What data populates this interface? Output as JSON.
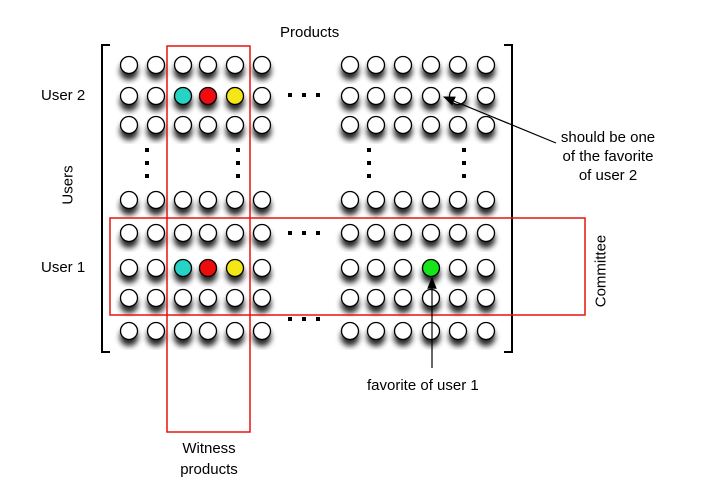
{
  "labels": {
    "products": "Products",
    "users": "Users",
    "user2": "User 2",
    "user1": "User 1",
    "committee": "Committee",
    "witness_line1": "Witness",
    "witness_line2": "products",
    "annotation_favorite_line1": "should be one",
    "annotation_favorite_line2": "of the favorite",
    "annotation_favorite_line3": "of user 2",
    "annotation_user1": "favorite of user 1"
  },
  "colors": {
    "frame": "#e8130f",
    "cyan": "#27d3c5",
    "red": "#ee0e0e",
    "yellow": "#f4e717",
    "green": "#19e51b"
  }
}
